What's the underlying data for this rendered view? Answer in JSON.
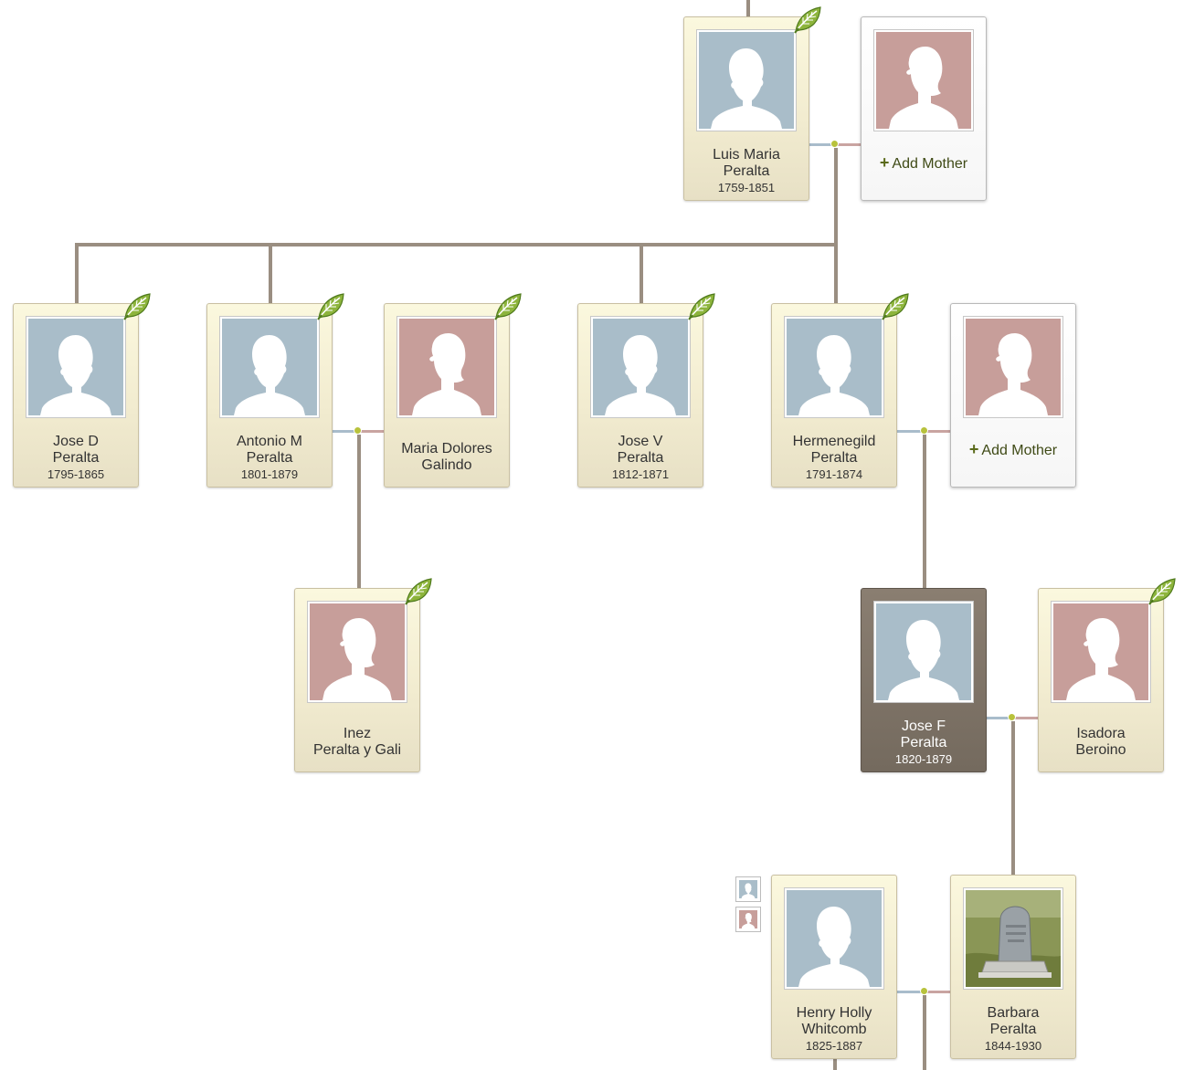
{
  "people": {
    "luis": {
      "first": "Luis Maria",
      "last": "Peralta",
      "dates": "1759-1851",
      "gender": "male"
    },
    "jose_d": {
      "first": "Jose D",
      "last": "Peralta",
      "dates": "1795-1865",
      "gender": "male"
    },
    "antonio": {
      "first": "Antonio M",
      "last": "Peralta",
      "dates": "1801-1879",
      "gender": "male"
    },
    "maria_dolores": {
      "first": "Maria Dolores",
      "last": "Galindo",
      "dates": "",
      "gender": "female"
    },
    "jose_v": {
      "first": "Jose V",
      "last": "Peralta",
      "dates": "1812-1871",
      "gender": "male"
    },
    "hermenegild": {
      "first": "Hermenegild",
      "last": "Peralta",
      "dates": "1791-1874",
      "gender": "male"
    },
    "inez": {
      "first": "Inez",
      "last": "Peralta y Gali",
      "dates": "",
      "gender": "female"
    },
    "jose_f": {
      "first": "Jose F",
      "last": "Peralta",
      "dates": "1820-1879",
      "gender": "male"
    },
    "isadora": {
      "first": "Isadora",
      "last": "Beroino",
      "dates": "",
      "gender": "female"
    },
    "henry": {
      "first": "Henry Holly",
      "last": "Whitcomb",
      "dates": "1825-1887",
      "gender": "male"
    },
    "barbara": {
      "first": "Barbara",
      "last": "Peralta",
      "dates": "1844-1930",
      "gender": "female"
    }
  },
  "add_mother_label": "Add Mother",
  "icons": {
    "leaf": "leaf-hint-icon",
    "male_silhouette": "male-silhouette-icon",
    "female_silhouette": "female-silhouette-icon",
    "plus": "plus-icon",
    "headstone_photo": "headstone-photo"
  },
  "colors": {
    "male": "#a9bdc9",
    "female": "#c79e9a",
    "connector": "#9a8e81",
    "hint_leaf": "#8db43c",
    "selected_card": "#7b7064"
  }
}
